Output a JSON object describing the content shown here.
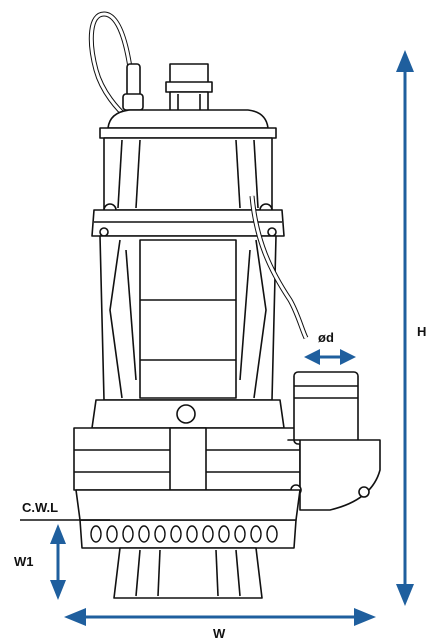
{
  "dimensions": {
    "height_label": "H",
    "width_label": "W",
    "diameter_label": "ød",
    "water_level_label": "C.W.L",
    "water_depth_label": "W1"
  },
  "colors": {
    "dimension_arrow": "#1f5f9e",
    "outline": "#111111"
  }
}
